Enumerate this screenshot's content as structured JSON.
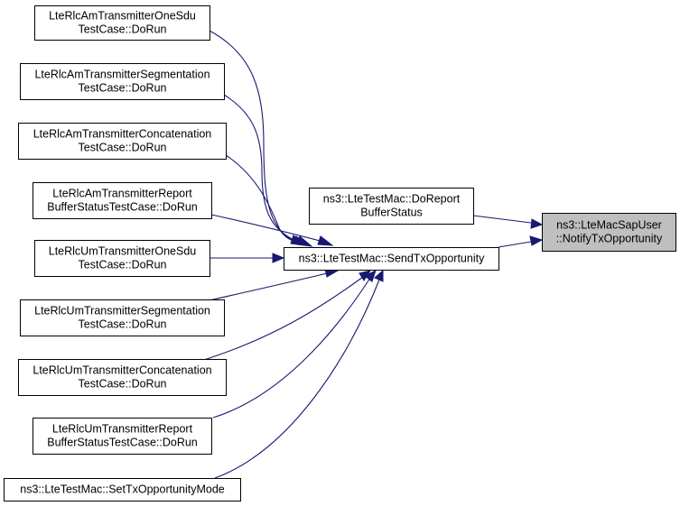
{
  "diagram": {
    "type": "doxygen-caller-graph",
    "edge_color": "#191970",
    "node_fill": "#ffffff",
    "highlight_fill": "#bfbfbf",
    "nodes": [
      {
        "id": "am_onesdu",
        "lines": [
          "LteRlcAmTransmitterOneSdu",
          "TestCase::DoRun"
        ]
      },
      {
        "id": "am_seg",
        "lines": [
          "LteRlcAmTransmitterSegmentation",
          "TestCase::DoRun"
        ]
      },
      {
        "id": "am_concat",
        "lines": [
          "LteRlcAmTransmitterConcatenation",
          "TestCase::DoRun"
        ]
      },
      {
        "id": "am_report",
        "lines": [
          "LteRlcAmTransmitterReport",
          "BufferStatusTestCase::DoRun"
        ]
      },
      {
        "id": "um_onesdu",
        "lines": [
          "LteRlcUmTransmitterOneSdu",
          "TestCase::DoRun"
        ]
      },
      {
        "id": "um_seg",
        "lines": [
          "LteRlcUmTransmitterSegmentation",
          "TestCase::DoRun"
        ]
      },
      {
        "id": "um_concat",
        "lines": [
          "LteRlcUmTransmitterConcatenation",
          "TestCase::DoRun"
        ]
      },
      {
        "id": "um_report",
        "lines": [
          "LteRlcUmTransmitterReport",
          "BufferStatusTestCase::DoRun"
        ]
      },
      {
        "id": "set_mode",
        "lines": [
          "ns3::LteTestMac::SetTxOpportunityMode"
        ]
      },
      {
        "id": "send_tx",
        "lines": [
          "ns3::LteTestMac::SendTxOpportunity"
        ]
      },
      {
        "id": "do_report",
        "lines": [
          "ns3::LteTestMac::DoReport",
          "BufferStatus"
        ]
      },
      {
        "id": "notify",
        "lines": [
          "ns3::LteMacSapUser",
          "::NotifyTxOpportunity"
        ],
        "highlighted": true
      }
    ],
    "edges": [
      {
        "from": "am_onesdu",
        "to": "send_tx"
      },
      {
        "from": "am_seg",
        "to": "send_tx"
      },
      {
        "from": "am_concat",
        "to": "send_tx"
      },
      {
        "from": "am_report",
        "to": "send_tx"
      },
      {
        "from": "um_onesdu",
        "to": "send_tx"
      },
      {
        "from": "um_seg",
        "to": "send_tx"
      },
      {
        "from": "um_concat",
        "to": "send_tx"
      },
      {
        "from": "um_report",
        "to": "send_tx"
      },
      {
        "from": "set_mode",
        "to": "send_tx"
      },
      {
        "from": "send_tx",
        "to": "notify"
      },
      {
        "from": "do_report",
        "to": "notify"
      }
    ]
  }
}
